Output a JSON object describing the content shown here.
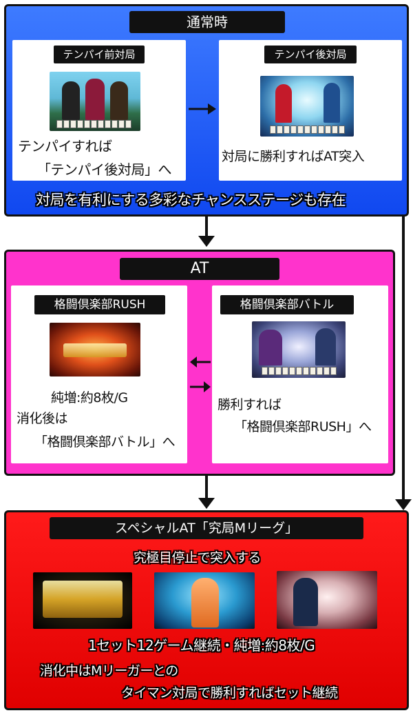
{
  "normal": {
    "title": "通常時",
    "pre": {
      "label": "テンパイ前対局",
      "line1": "テンパイすれば",
      "line2": "「テンパイ後対局」へ"
    },
    "post": {
      "label": "テンパイ後対局",
      "line1": "対局に勝利すればAT突入"
    },
    "note": "対局を有利にする多彩なチャンスステージも存在",
    "color": "#1659ff"
  },
  "at": {
    "title": "AT",
    "rush": {
      "label": "格闘倶楽部RUSH",
      "line1": "純増:約8枚/G",
      "line2": "消化後は",
      "line3": "「格闘倶楽部バトル」へ"
    },
    "battle": {
      "label": "格闘倶楽部バトル",
      "line1": "勝利すれば",
      "line2": "「格闘倶楽部RUSH」へ"
    },
    "color": "#ff33cc"
  },
  "special": {
    "title": "スペシャルAT「究局Mリーグ」",
    "subtitle": "究極目停止で突入する",
    "line1": "1セット12ゲーム継続・純増:約8枚/G",
    "line2": "消化中はMリーガーとの",
    "line3": "タイマン対局で勝利すればセット継続",
    "color": "#ee0000"
  }
}
